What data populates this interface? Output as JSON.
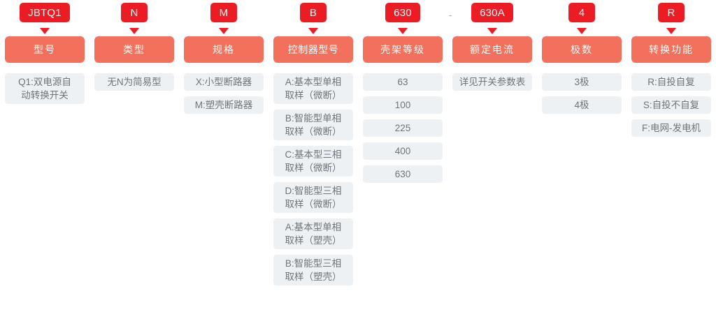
{
  "colors": {
    "badge_red": "#ec1c24",
    "header_salmon": "#f2705c",
    "item_gray": "#eef1f3",
    "item_text": "#6f7479",
    "dash_gray": "#9aa0a6"
  },
  "separator": {
    "dash": "-"
  },
  "columns": [
    {
      "code": "JBTQ1",
      "header": "型号",
      "items": [
        "Q1:双电源自\n动转换开关"
      ]
    },
    {
      "code": "N",
      "header": "类型",
      "items": [
        "无N为简易型"
      ]
    },
    {
      "code": "M",
      "header": "规格",
      "items": [
        "X:小型断路器",
        "M:塑壳断路器"
      ]
    },
    {
      "code": "B",
      "header": "控制器型号",
      "items": [
        "A:基本型单相\n取样（微断）",
        "B:智能型单相\n取样（微断）",
        "C:基本型三相\n取样（微断）",
        "D:智能型三相\n取样（微断）",
        "A:基本型单相\n取样（塑壳）",
        "B:智能型三相\n取样（塑壳）"
      ]
    },
    {
      "code": "630",
      "header": "壳架等级",
      "items": [
        "63",
        "100",
        "225",
        "400",
        "630"
      ]
    },
    {
      "code": "630A",
      "header": "额定电流",
      "items": [
        "详见开关参数表"
      ]
    },
    {
      "code": "4",
      "header": "极数",
      "items": [
        "3极",
        "4极"
      ]
    },
    {
      "code": "R",
      "header": "转换功能",
      "items": [
        "R:自投自复",
        "S:自投不自复",
        "F:电网-发电机"
      ]
    }
  ]
}
